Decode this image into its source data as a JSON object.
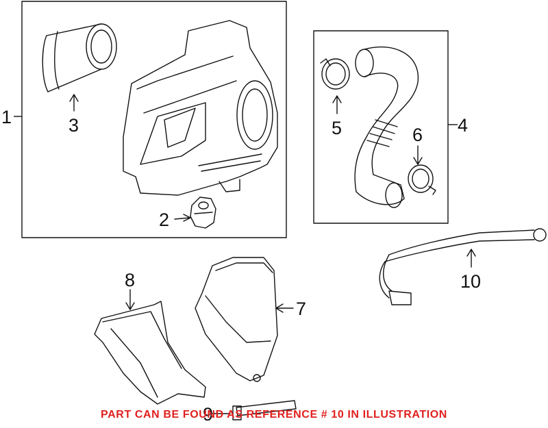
{
  "diagram": {
    "callouts": [
      {
        "id": "1",
        "label": "1"
      },
      {
        "id": "2",
        "label": "2"
      },
      {
        "id": "3",
        "label": "3"
      },
      {
        "id": "4",
        "label": "4"
      },
      {
        "id": "5",
        "label": "5"
      },
      {
        "id": "6",
        "label": "6"
      },
      {
        "id": "7",
        "label": "7"
      },
      {
        "id": "8",
        "label": "8"
      },
      {
        "id": "9",
        "label": "9"
      },
      {
        "id": "10",
        "label": "10"
      }
    ],
    "note": "PART CAN BE FOUND AS REFERENCE # 10 IN ILLUSTRATION",
    "colors": {
      "line": "#111111",
      "note": "#e0201e",
      "background": "#ffffff"
    }
  }
}
